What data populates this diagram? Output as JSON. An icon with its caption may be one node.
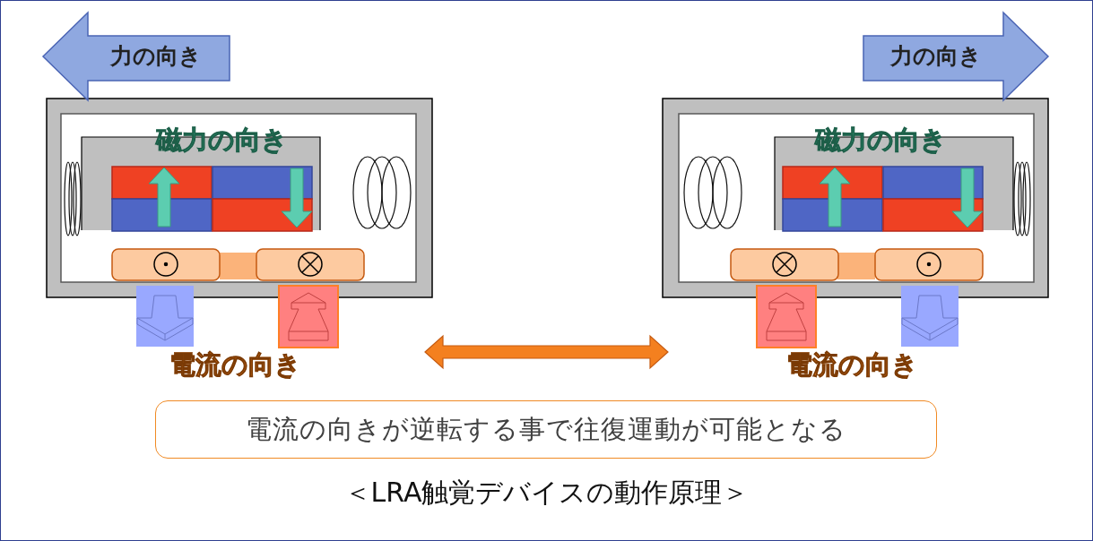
{
  "diagram": {
    "title": "＜LRA触覚デバイスの動作原理＞",
    "nodes": [
      {
        "text": [
          "力の向き"
        ]
      },
      {
        "text": [
          "力の向き"
        ]
      },
      {
        "text": [
          "電流の向きが逆転する事で往復運動が可能となる"
        ]
      }
    ],
    "edges": [],
    "labels": [
      "磁力の向き",
      "磁力の向き",
      "電流の向き",
      "電流の向き"
    ]
  }
}
